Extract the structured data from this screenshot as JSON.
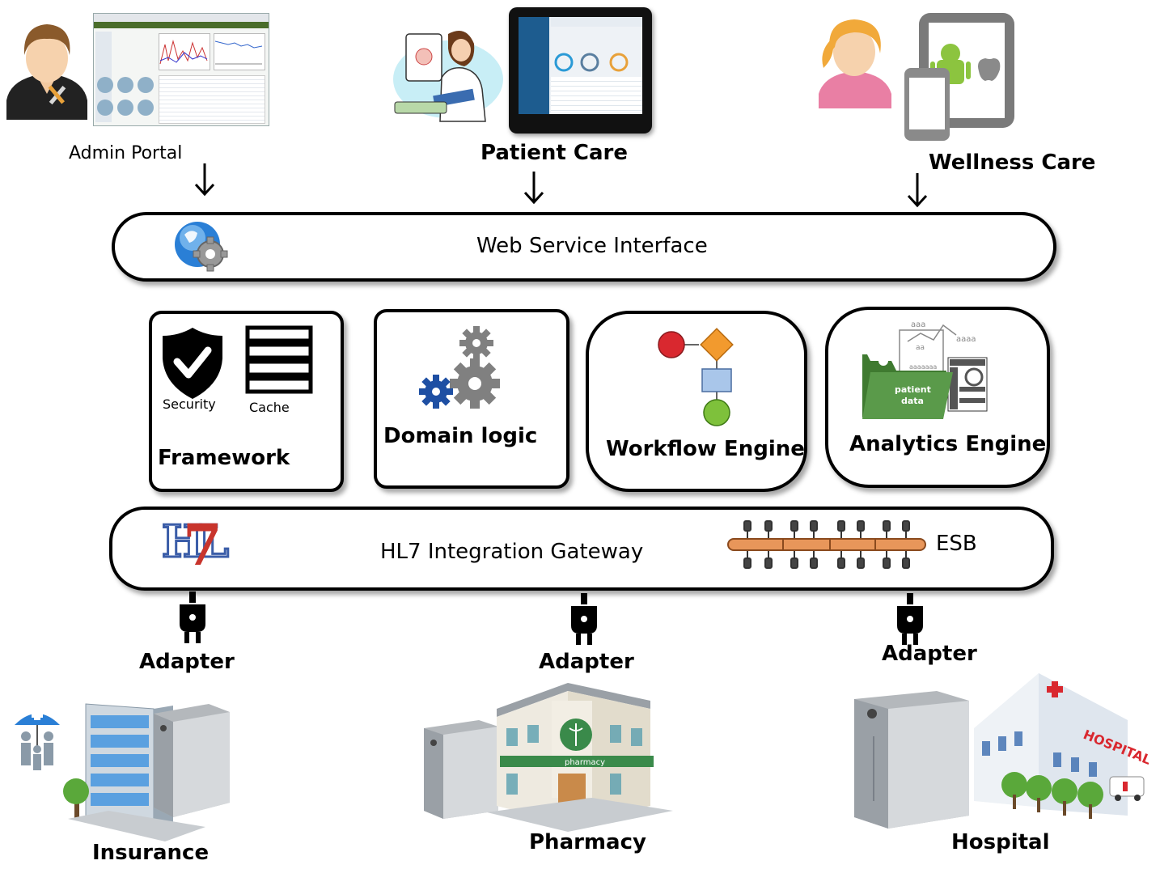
{
  "top": {
    "admin_portal": "Admin Portal",
    "patient_care": "Patient Care",
    "wellness_care": "Wellness Care"
  },
  "web_service": {
    "label": "Web Service Interface"
  },
  "components": {
    "framework": {
      "title": "Framework",
      "security": "Security",
      "cache": "Cache"
    },
    "domain_logic": {
      "title": "Domain logic"
    },
    "workflow_engine": {
      "title": "Workflow Engine"
    },
    "analytics_engine": {
      "title": "Analytics Engine",
      "folder_label_line1": "patient",
      "folder_label_line2": "data"
    }
  },
  "gateway": {
    "label": "HL7 Integration Gateway",
    "esb": "ESB",
    "logo": "HL7"
  },
  "adapters": {
    "left": "Adapter",
    "middle": "Adapter",
    "right": "Adapter"
  },
  "bottom": {
    "insurance": "Insurance",
    "pharmacy": "Pharmacy",
    "hospital": "Hospital",
    "pharmacy_sign": "pharmacy",
    "hospital_sign": "HOSPITAL"
  },
  "colors": {
    "border": "#000000",
    "globe_blue": "#2a7fd6",
    "gear_gray": "#808080",
    "gear_blue": "#1e4fa3",
    "workflow_red": "#d9282f",
    "workflow_orange": "#f29a2e",
    "workflow_blue": "#a9c6ea",
    "workflow_green": "#7ec13b",
    "folder_green": "#5a9a4a",
    "hl7_blue": "#3b5da8",
    "hl7_red": "#c8342c",
    "esb_pipe": "#e8965a"
  },
  "icons": [
    "admin-user-icon",
    "dashboard-screenshot",
    "doctor-icon",
    "tablet-icon",
    "wellness-user-icon",
    "mobile-devices-icon",
    "globe-gear-icon",
    "shield-check-icon",
    "database-stack-icon",
    "gears-icon",
    "workflow-icon",
    "analytics-icon",
    "hl7-logo",
    "esb-icon",
    "plug-icon",
    "insurance-icon",
    "pharmacy-icon",
    "hospital-icon",
    "server-icon"
  ]
}
